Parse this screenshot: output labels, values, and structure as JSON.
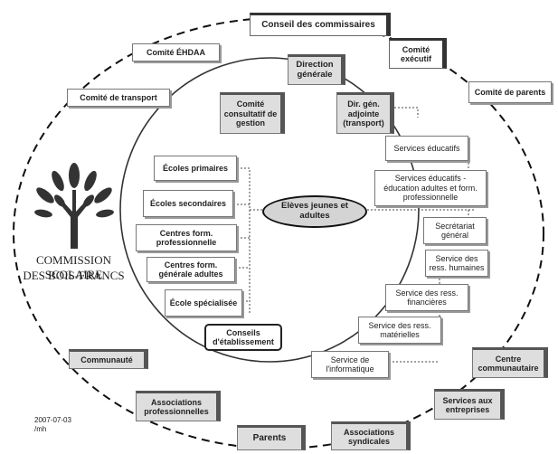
{
  "top": {
    "conseil_commissaires": "Conseil des commissaires",
    "comite_ehdaa": "Comité ÉHDAA",
    "comite_executif": "Comité exécutif",
    "comite_transport": "Comité de transport",
    "comite_parents": "Comité de parents"
  },
  "logo": {
    "line1": "COMMISSION SCOLAIRE",
    "line2": "DES BOIS-FRANCS"
  },
  "inner": {
    "direction_generale": "Direction générale",
    "comite_consultatif": "Comité consultatif de gestion",
    "dir_gen_adjointe": "Dir. gén. adjointe (transport)",
    "center": "Elèves jeunes et adultes",
    "left_units": [
      "Écoles primaires",
      "Écoles secondaires",
      "Centres form. professionnelle",
      "Centres form. générale adultes",
      "École spécialisée"
    ],
    "conseils": "Conseils d'établissement",
    "right_units": [
      "Services éducatifs",
      "Services éducatifs - éducation adultes et form. professionnelle",
      "Secrétariat général",
      "Service des ress. humaines",
      "Service des ress. financières",
      "Service des ress. matérielles",
      "Service de l'informatique"
    ]
  },
  "outer_bottom": {
    "communaute": "Communauté",
    "centre_communautaire": "Centre communautaire",
    "associations_professionnelles": "Associations professionnelles",
    "services_entreprises": "Services aux entreprises",
    "parents": "Parents",
    "associations_syndicales": "Associations syndicales"
  },
  "meta": {
    "date": "2007-07-03",
    "initials": "/mh"
  }
}
